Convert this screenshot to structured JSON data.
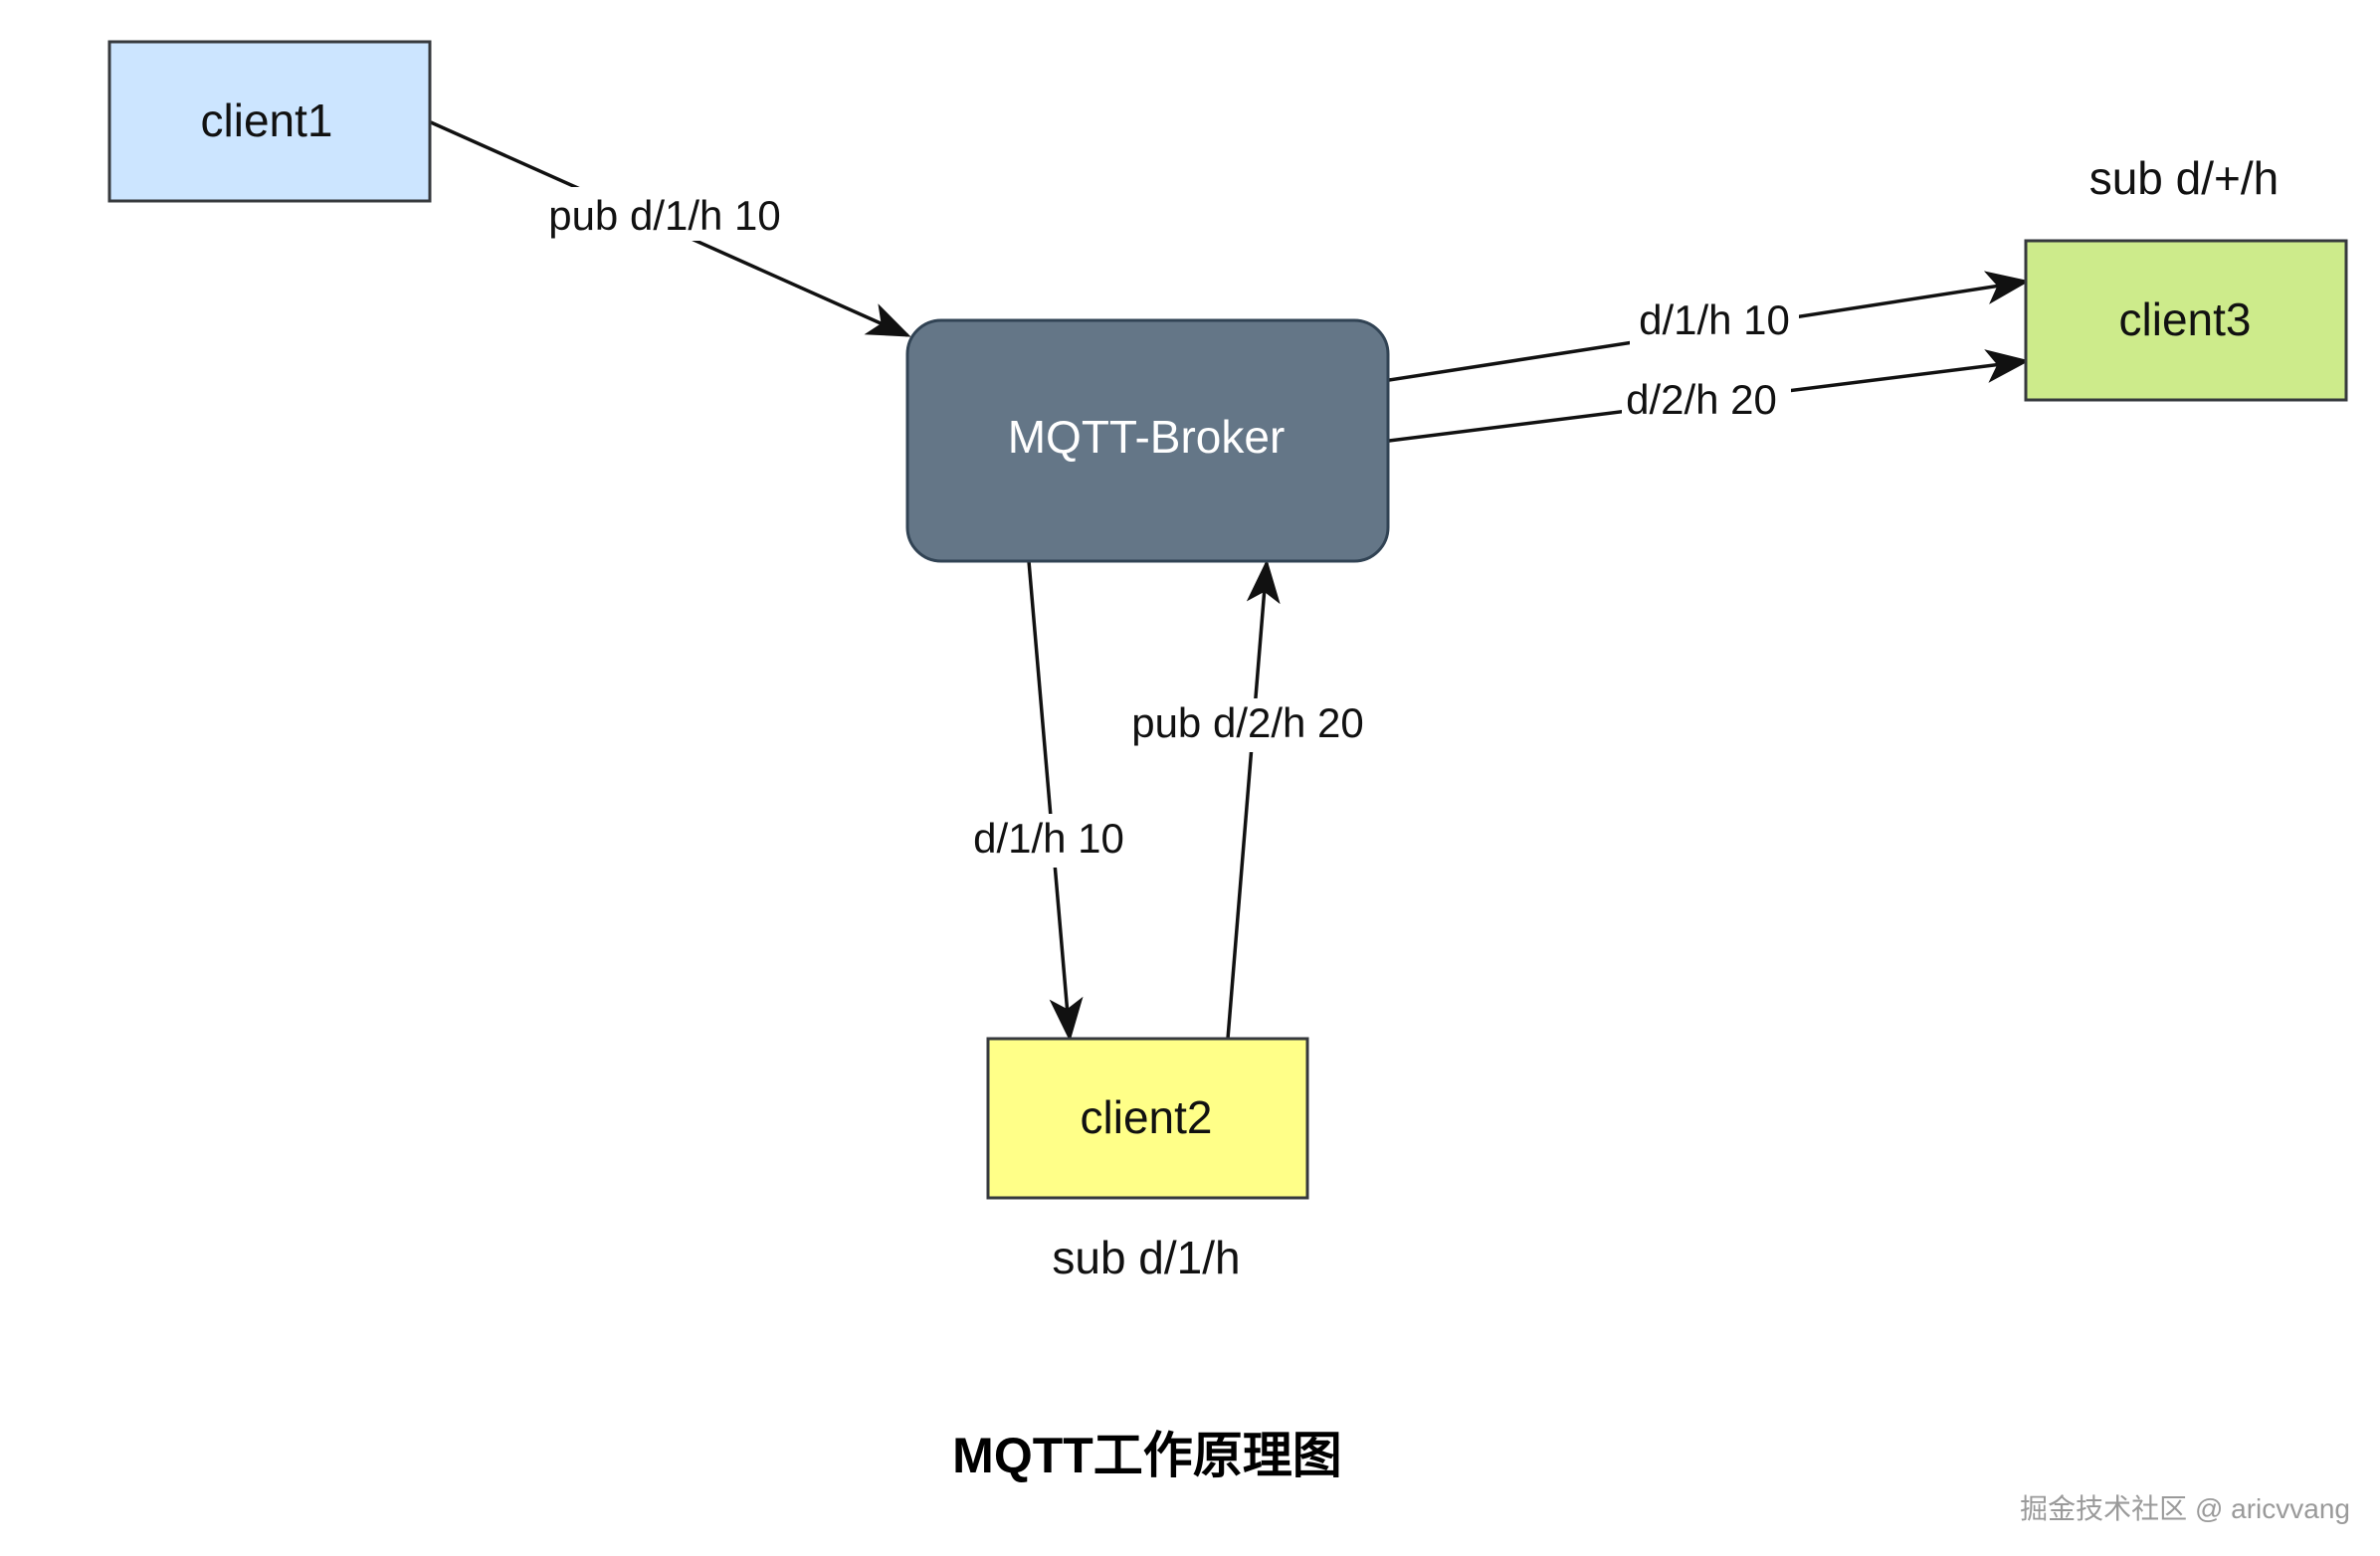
{
  "diagram": {
    "nodes": {
      "client1": {
        "label": "client1",
        "fill": "#cce5ff",
        "stroke": "#36393d"
      },
      "broker": {
        "label": "MQTT-Broker",
        "fill": "#647687",
        "stroke": "#314354"
      },
      "client2": {
        "label": "client2",
        "fill": "#ffff88",
        "stroke": "#36393d"
      },
      "client3": {
        "label": "client3",
        "fill": "#cdeb8b",
        "stroke": "#36393d"
      }
    },
    "edges": {
      "client1_to_broker": "pub d/1/h 10",
      "broker_to_client3_a": "d/1/h 10",
      "broker_to_client3_b": "d/2/h 20",
      "broker_to_client2": "d/1/h 10",
      "client2_to_broker": "pub d/2/h 20"
    },
    "subscriptions": {
      "client2": "sub d/1/h",
      "client3": "sub d/+/h"
    },
    "title": "MQTT工作原理图",
    "watermark": "掘金技术社区 @ aricvvang"
  }
}
